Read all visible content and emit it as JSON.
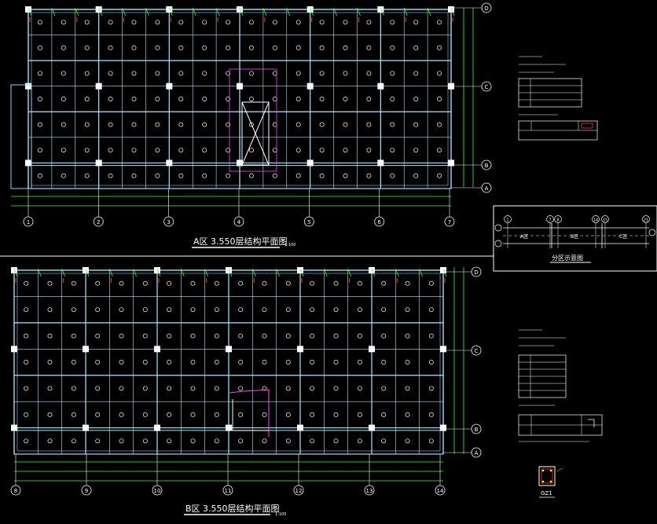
{
  "colors": {
    "background": "#000000",
    "grid": "#7fd4ff",
    "beam": "#a8e6ff",
    "column": "#ffffff",
    "text": "#ffffff",
    "dim": "#c0ffc0",
    "accent_green": "#33ff33",
    "accent_red": "#ff3333",
    "accent_magenta": "#ff44ff",
    "accent_yellow": "#ffff44"
  },
  "plan_a": {
    "title": "A区 3.550层结构平面图",
    "scale": "1:100",
    "axis_numbers": [
      "1",
      "2",
      "3",
      "4",
      "5",
      "6",
      "7"
    ],
    "axis_letters": [
      "D",
      "C",
      "B",
      "A"
    ]
  },
  "plan_b": {
    "title": "B区 3.550层结构平面图",
    "scale": "1:100",
    "axis_numbers": [
      "8",
      "9",
      "10",
      "11",
      "12",
      "13",
      "14"
    ],
    "axis_letters": [
      "D",
      "C",
      "B",
      "A"
    ]
  },
  "division": {
    "title": "分区示意图",
    "areas": [
      "A区",
      "B区",
      "C区"
    ],
    "axis_labels": [
      "1",
      "7",
      "8",
      "14",
      "15",
      "21"
    ]
  },
  "column_detail": {
    "label": "GZ1"
  }
}
